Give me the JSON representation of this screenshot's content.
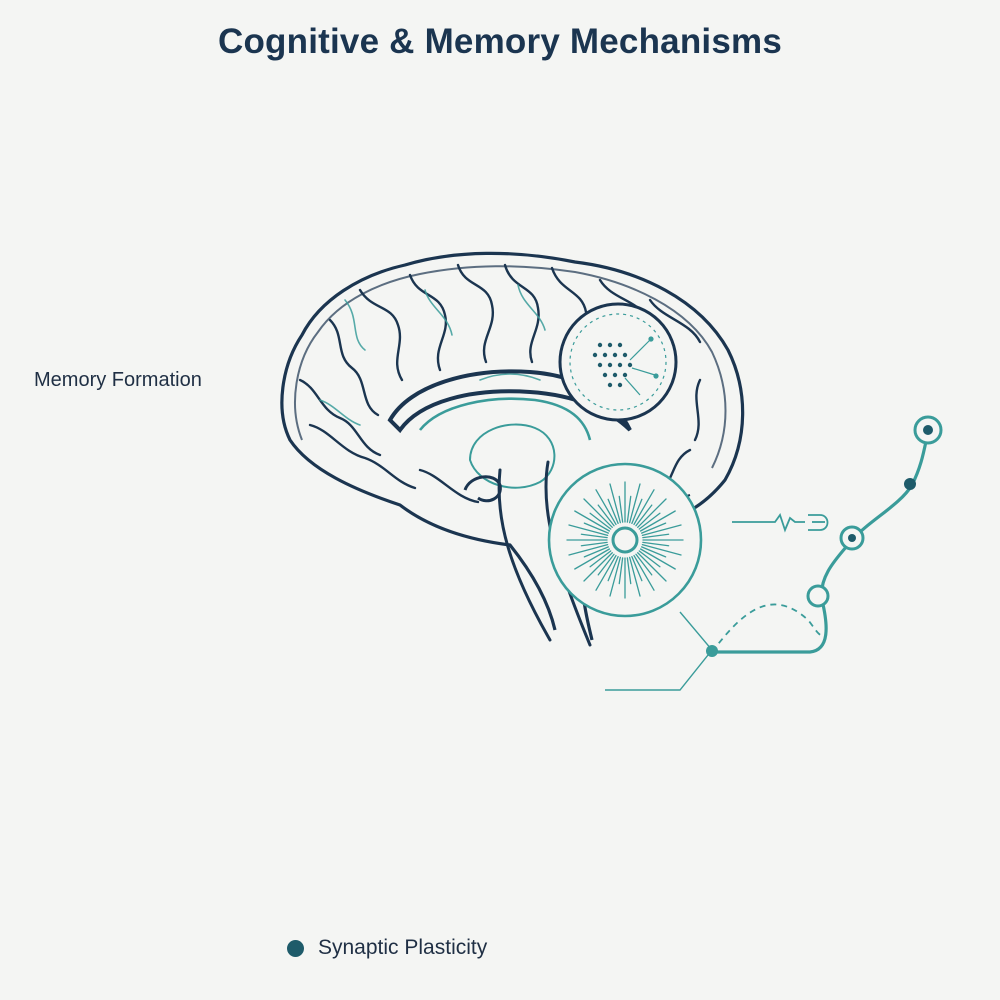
{
  "title": "Cognitive & Memory Mechanisms",
  "labels": {
    "memory_formation": "Memory Formation"
  },
  "legend": {
    "synaptic_plasticity": "Synaptic Plasticity"
  },
  "colors": {
    "navy": "#1b3550",
    "teal": "#3a9c9a",
    "legend_dot": "#1e5b6a",
    "background": "#f4f5f3"
  }
}
